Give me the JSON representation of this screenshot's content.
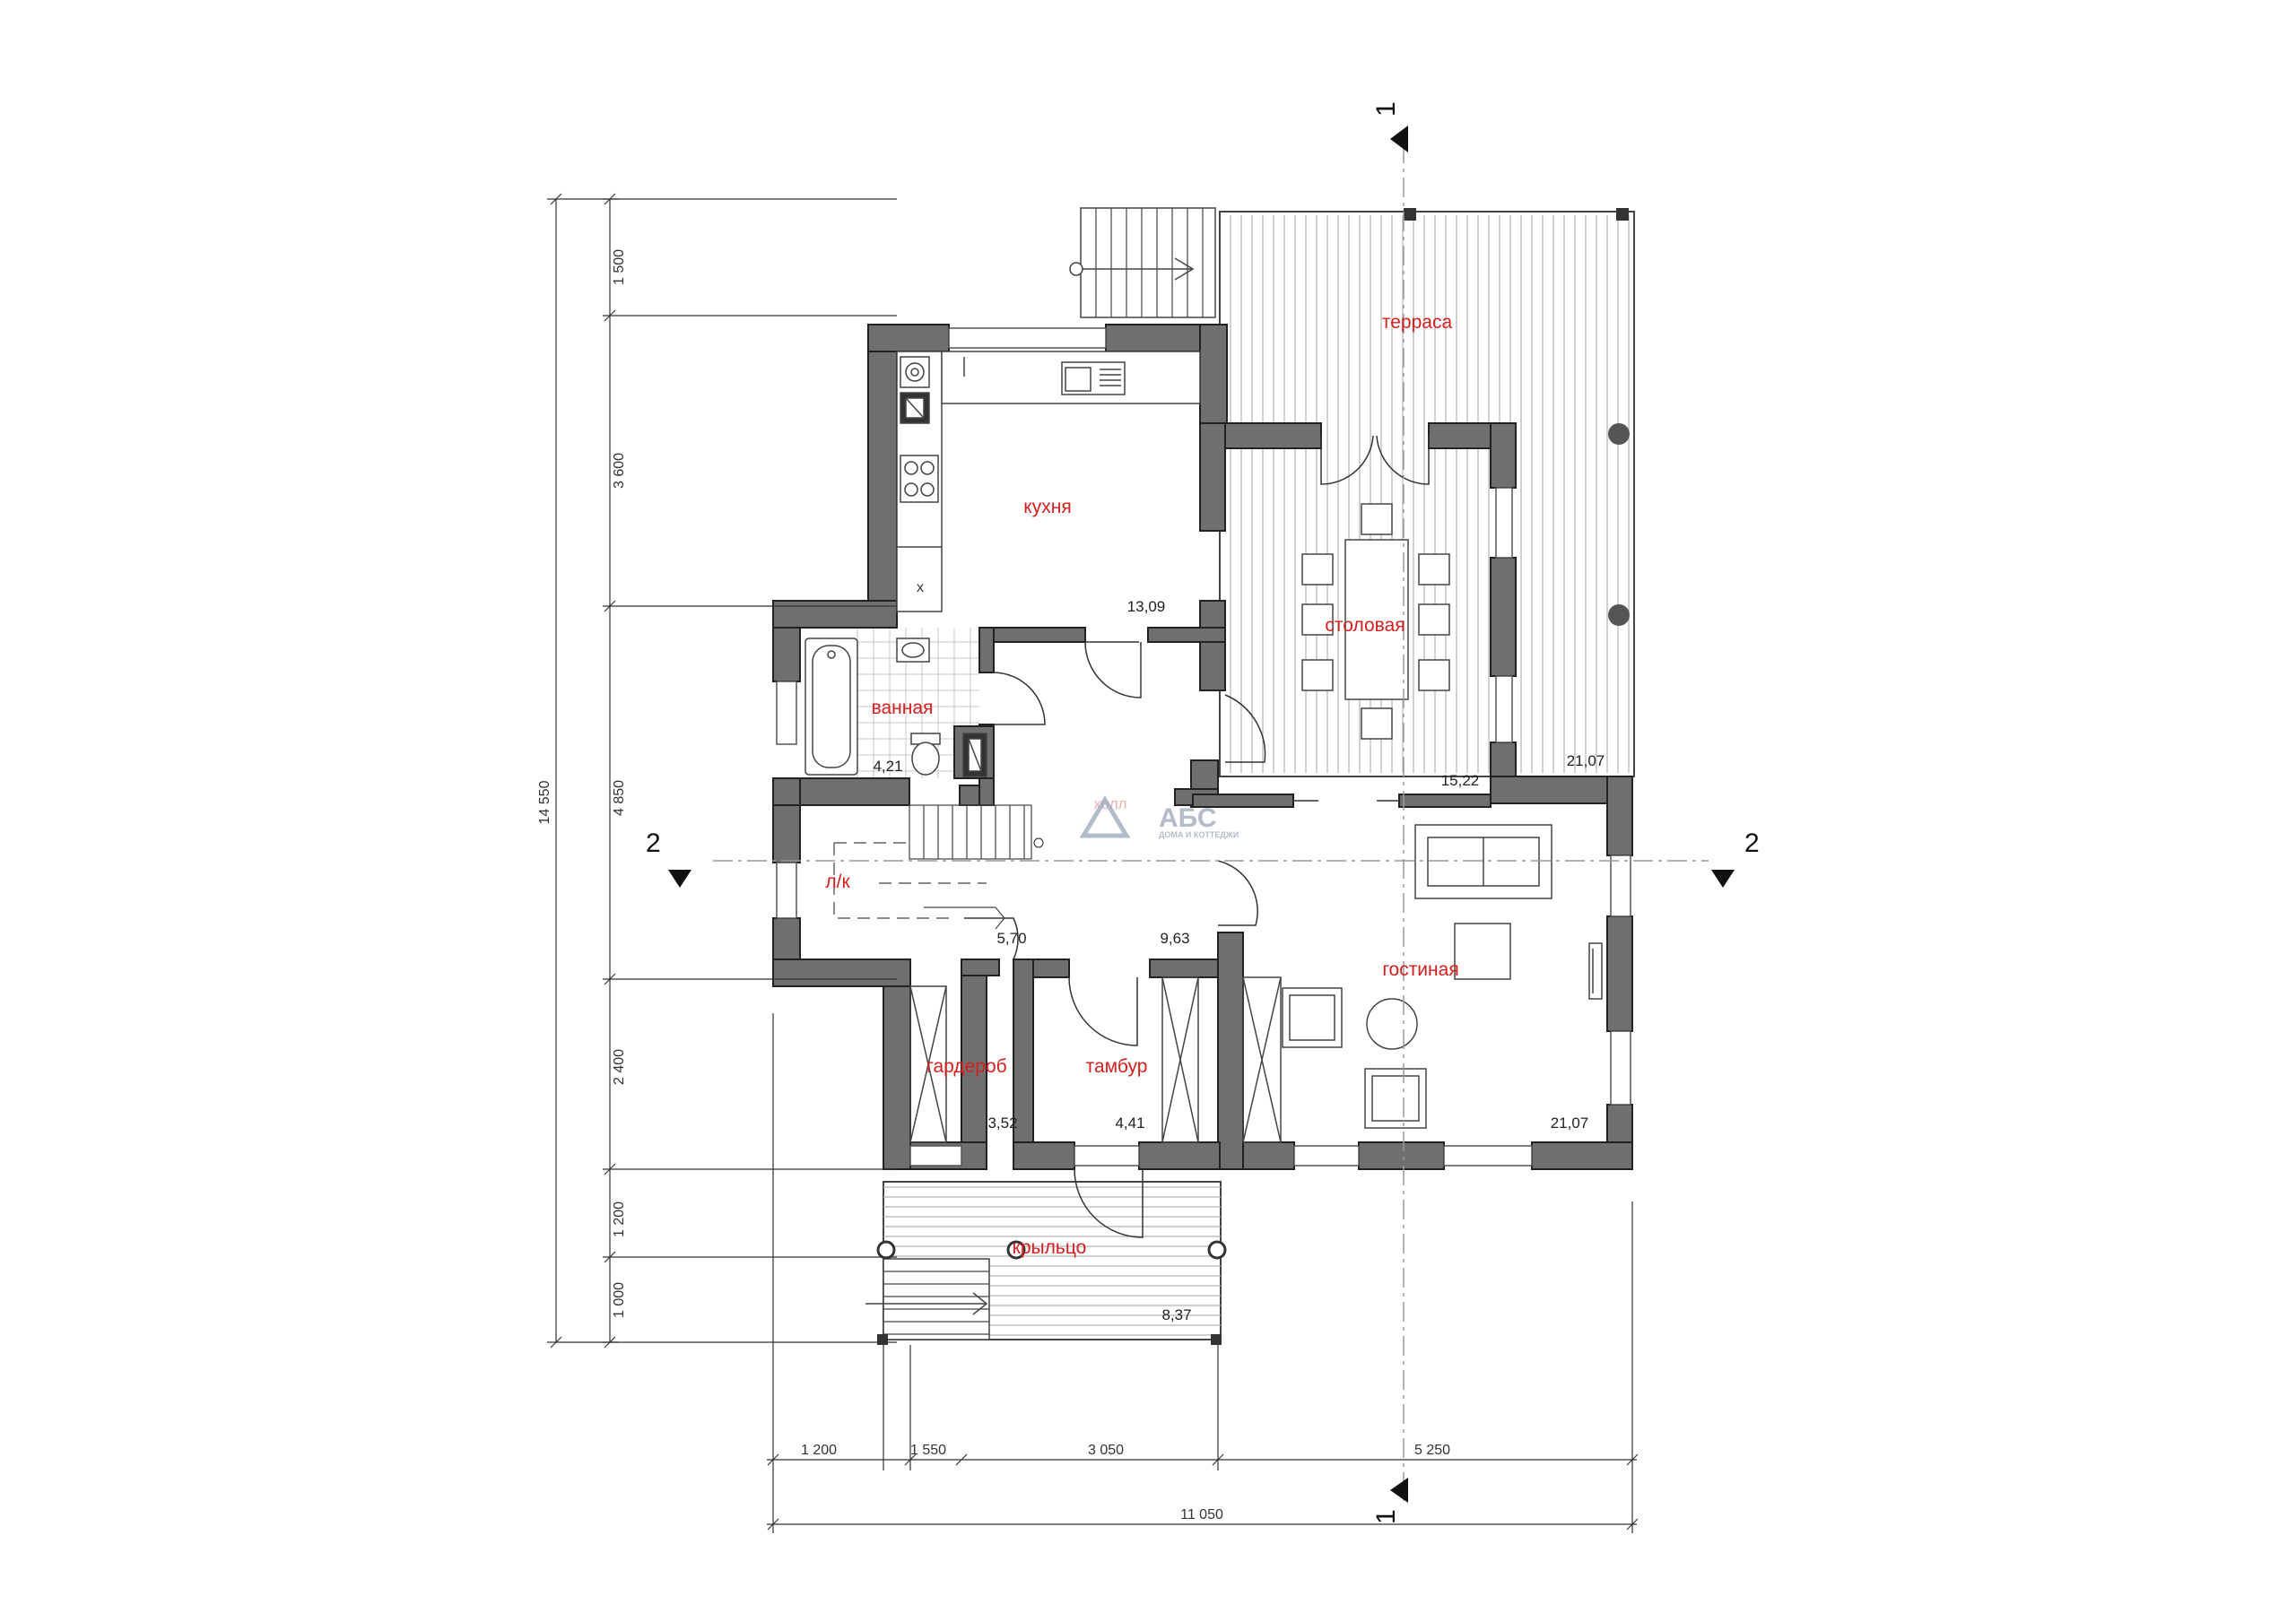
{
  "rooms": {
    "terrace": "терраса",
    "kitchen": "кухня",
    "dining": "столовая",
    "bathroom": "ванная",
    "hall": "холл",
    "stair": "л/к",
    "living": "гостиная",
    "wardrobe": "гардероб",
    "vestibule": "тамбур",
    "porch": "крыльцо"
  },
  "areas": {
    "kitchen": "13,09",
    "dining": "15,22",
    "terrace": "21,07",
    "bathroom": "4,21",
    "stair": "5,70",
    "hall": "9,63",
    "wardrobe": "3,52",
    "vestibule": "4,41",
    "living": "21,07",
    "porch": "8,37"
  },
  "dims_left": {
    "total": "14 550",
    "d1": "1 500",
    "d2": "3 600",
    "d3": "4 850",
    "d4": "2 400",
    "d5": "1 200",
    "d6": "1 000"
  },
  "dims_bottom": {
    "d1": "1 200",
    "d2": "1 550",
    "d3": "3 050",
    "d4": "5 250",
    "total": "11 050"
  },
  "section_marks": {
    "section1": "1",
    "section2": "2"
  },
  "logo": {
    "brand": "АБС",
    "tagline": "ДОМА И КОТТЕДЖИ"
  },
  "colors": {
    "wall": "#6f6f6f",
    "room_label": "#d51e1e",
    "line": "#333333"
  }
}
